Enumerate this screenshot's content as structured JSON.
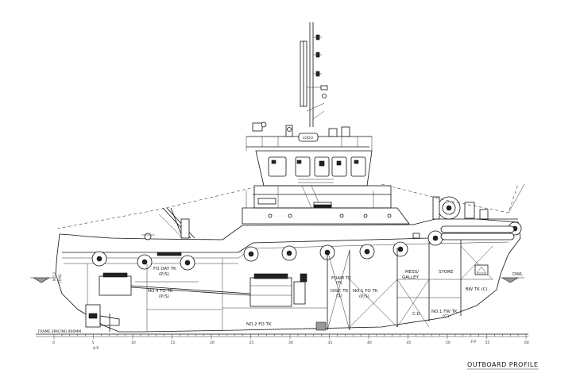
{
  "drawing": {
    "title": "OUTBOARD PROFILE",
    "logo": "LOGO",
    "frame_note": "FRAME SPACING 800MM",
    "dwl": "DWL",
    "ap": "A.P",
    "fp": "F.P",
    "frame_ticks": [
      "0",
      "5",
      "10",
      "15",
      "20",
      "25",
      "30",
      "35",
      "40",
      "45",
      "50",
      "55",
      "60"
    ]
  },
  "compartments": {
    "fo_day_tk": "FO DAY TK",
    "fo_day_tk_side": "(P/S)",
    "no4_fo_tk": "NO.4 FO TK",
    "no4_fo_tk_side": "(P/S)",
    "no2_fo_tk": "NO.2 FO TK",
    "foam_tk": "FOAM TK",
    "foam_tk_side": "(P)",
    "disp_tk": "DISP. TK",
    "disp_tk_side": "(S)",
    "no1_fo_tk": "NO.1 FO TK",
    "no1_fo_tk_side": "(P/S)",
    "mess": "MESS/",
    "galley": "GALLEY",
    "store": "STORE",
    "bw_tk": "BW TK (C)",
    "cd": "C.D",
    "no1_fw_tk": "NO.1 FW TK",
    "no1_fw_tk_side": "(C)",
    "no2_aft": "NO.2",
    "no2_aft_side": "(P/S)"
  }
}
